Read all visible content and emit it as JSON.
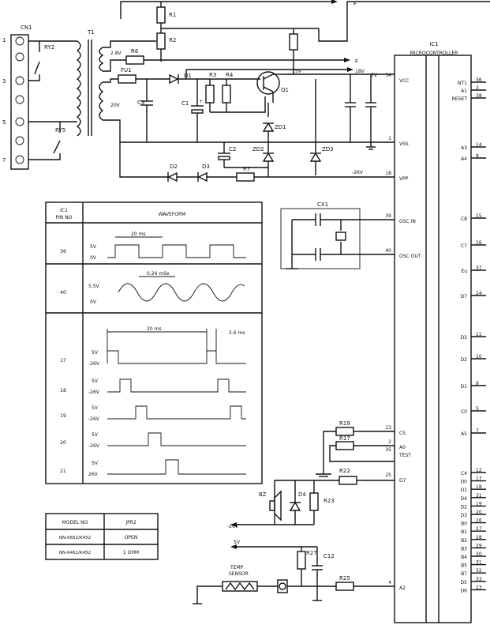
{
  "connectors": {
    "cn1": "CN1",
    "pins": [
      "1",
      "3",
      "5",
      "7"
    ],
    "f_top": "F",
    "f_mid": "F"
  },
  "relays": {
    "ry2": "RY2",
    "ry5": "RY5"
  },
  "transformer": {
    "t1": "T1",
    "sec1_voltage": "2.8V",
    "sec2_voltage": "20V"
  },
  "components": {
    "r1": "R1",
    "r2": "R2",
    "r6": "R6",
    "fu1": "FU1",
    "c3": "C3",
    "c1": "C1",
    "d1": "D1",
    "r3": "R3",
    "r4": "R4",
    "q1": "Q1",
    "zd1": "ZD1",
    "zd2": "ZD2",
    "zd3": "ZD3",
    "c2": "C2",
    "d2": "D2",
    "d3": "D3",
    "r7": "R7",
    "cx1": "CX1",
    "r19": "R19",
    "r17": "R17",
    "r22": "R22",
    "bz": "BZ",
    "d4": "D4",
    "r23": "R23",
    "r27": "R27",
    "c12": "C12",
    "r25": "R25",
    "temp_sensor": [
      "TEMP",
      "SENSOR"
    ]
  },
  "voltages": {
    "v18": "18V",
    "q1_out": "5V",
    "vcc": "5V",
    "vpp": "-26V",
    "buzzer": "-26V",
    "sensor": "5V"
  },
  "ic": {
    "title": "IC1",
    "subtitle": "MICROCONTROLLER",
    "left_pins": [
      {
        "num": "34",
        "name": "VCC"
      },
      {
        "num": "1",
        "name": "VSS"
      },
      {
        "num": "18",
        "name": "VPP"
      },
      {
        "num": "39",
        "name": "OSC IN"
      },
      {
        "num": "40",
        "name": "OSC OUT"
      },
      {
        "num": "13",
        "name": "CS"
      },
      {
        "num": "2",
        "name": "A0"
      },
      {
        "num": "35",
        "name": "TEST"
      },
      {
        "num": "25",
        "name": "D7"
      },
      {
        "num": "4",
        "name": "A2"
      }
    ],
    "right_top": [
      {
        "num": "36",
        "name": "NT1"
      },
      {
        "num": "3",
        "name": "A1"
      },
      {
        "num": "38",
        "name": "RESET"
      }
    ],
    "right_mid": [
      {
        "num": "14",
        "name": "A3"
      },
      {
        "num": "8",
        "name": "A4"
      },
      {
        "num": "15",
        "name": "C8"
      },
      {
        "num": "16",
        "name": "C7"
      },
      {
        "num": "37",
        "name": "Eu"
      },
      {
        "num": "24",
        "name": "D7"
      },
      {
        "num": "11",
        "name": "D3"
      },
      {
        "num": "10",
        "name": "D2"
      },
      {
        "num": "9",
        "name": "D1"
      },
      {
        "num": "5",
        "name": "C0"
      },
      {
        "num": "7",
        "name": "A5"
      }
    ],
    "right_bottom": [
      {
        "num": "12",
        "name": "C4"
      },
      {
        "num": "17",
        "name": "D0"
      },
      {
        "num": "18",
        "name": "D1"
      },
      {
        "num": "31",
        "name": "D4"
      },
      {
        "num": "19",
        "name": "D2"
      },
      {
        "num": "20",
        "name": "D3"
      },
      {
        "num": "26",
        "name": "B0"
      },
      {
        "num": "27",
        "name": "B1"
      },
      {
        "num": "28",
        "name": "B2"
      },
      {
        "num": "29",
        "name": "B3"
      },
      {
        "num": "30",
        "name": "B4"
      },
      {
        "num": "31",
        "name": "B5"
      },
      {
        "num": "32",
        "name": "B7"
      },
      {
        "num": "33",
        "name": "D5"
      },
      {
        "num": "23",
        "name": "D6"
      }
    ]
  },
  "waveform_table": {
    "header_pin": [
      "IC1",
      "PIN NO"
    ],
    "header_wave": "WAVEFORM",
    "rows": [
      {
        "pin": "36",
        "labels": [
          "5V",
          "0V"
        ],
        "time": "20 ms"
      },
      {
        "pin": "40",
        "labels": [
          "5.5V",
          "0V"
        ],
        "time": "0.24 mSe"
      },
      {
        "pin": "17",
        "labels": [
          "5V",
          "-26V"
        ],
        "time": "20 ms",
        "time2": "2.6 ms"
      },
      {
        "pin": "18",
        "labels": [
          "5V",
          "-26V"
        ]
      },
      {
        "pin": "19",
        "labels": [
          "5V",
          "-26V"
        ]
      },
      {
        "pin": "20",
        "labels": [
          "5V",
          "-26V"
        ]
      },
      {
        "pin": "21",
        "labels": [
          "5V",
          "26V"
        ]
      }
    ]
  },
  "model_table": {
    "headers": [
      "MODEL NO",
      "JPR2"
    ],
    "rows": [
      [
        "NN-K652/K452",
        "OPEN"
      ],
      [
        "NN-K462/K452",
        "1 OHM"
      ]
    ]
  }
}
